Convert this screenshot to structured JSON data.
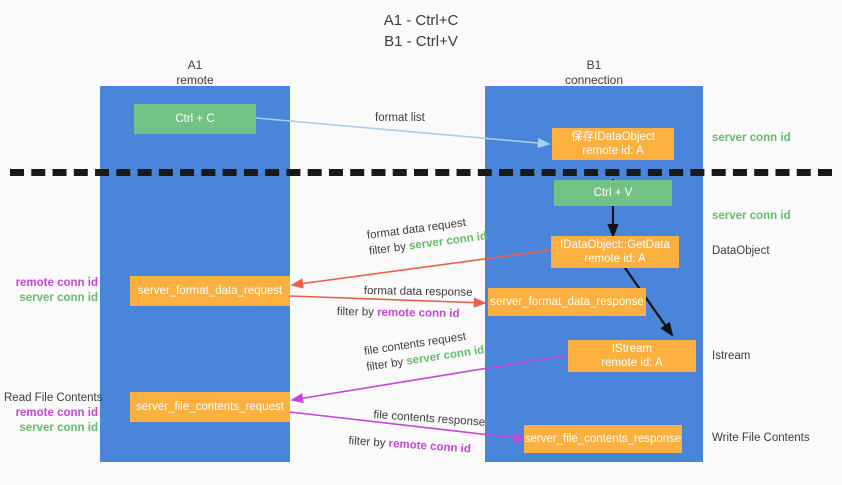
{
  "title": {
    "line1": "A1 - Ctrl+C",
    "line2": "B1 - Ctrl+V"
  },
  "colors": {
    "background": "#fafafa",
    "lane": "#4a85db",
    "node_green": "#72c285",
    "node_orange": "#fbb040",
    "text_dark": "#3c3c3c",
    "server_conn_green": "#66bb6a",
    "remote_conn_purple": "#c445d6",
    "arrow_light_blue": "#a8cdee",
    "arrow_red": "#e8604c",
    "arrow_magenta": "#c445d6",
    "arrow_black": "#000000",
    "separator": "#1a1a1a"
  },
  "lanes": [
    {
      "id": "a1",
      "name": "A1",
      "sub": "remote"
    },
    {
      "id": "b1",
      "name": "B1",
      "sub": "connection"
    }
  ],
  "nodes": {
    "ctrl_c": {
      "label": "Ctrl + C",
      "sub": "",
      "kind": "green"
    },
    "save_idataobject": {
      "label": "保存IDataObject",
      "sub": "remote id: A",
      "kind": "orange"
    },
    "ctrl_v": {
      "label": "Ctrl + V",
      "sub": "",
      "kind": "green"
    },
    "getdata": {
      "label": "IDataObject::GetData",
      "sub": "remote id: A",
      "kind": "orange"
    },
    "fmt_req": {
      "label": "server_format_data_request",
      "sub": "",
      "kind": "orange"
    },
    "fmt_resp": {
      "label": "server_format_data_response",
      "sub": "",
      "kind": "orange"
    },
    "istream": {
      "label": "IStream",
      "sub": "remote id: A",
      "kind": "orange"
    },
    "file_req": {
      "label": "server_file_contents_request",
      "sub": "",
      "kind": "orange"
    },
    "file_resp": {
      "label": "server_file_contents_response",
      "sub": "",
      "kind": "orange"
    }
  },
  "edge_labels": {
    "format_list": "format list",
    "format_data_request": "format data request",
    "format_data_request_filter_prefix": "filter by ",
    "format_data_request_filter_key": "server conn id",
    "format_data_response": "format data response",
    "format_data_response_filter_prefix": "filter by ",
    "format_data_response_filter_key": "remote conn id",
    "file_contents_request": "file contents request",
    "file_contents_request_filter_prefix": "filter by ",
    "file_contents_request_filter_key": "server conn id",
    "file_contents_response": "file contents response",
    "file_contents_response_filter_prefix": "filter by ",
    "file_contents_response_filter_key": "remote conn id"
  },
  "right_annotations": [
    {
      "id": "server-conn-id-1",
      "text": "server conn id",
      "style": "green"
    },
    {
      "id": "server-conn-id-2",
      "text": "server conn id",
      "style": "green"
    },
    {
      "id": "dataobject",
      "text": "DataObject",
      "style": "dark"
    },
    {
      "id": "istream",
      "text": "Istream",
      "style": "dark"
    },
    {
      "id": "write-file",
      "text": "Write File Contents",
      "style": "dark"
    }
  ],
  "left_annotations": {
    "group_format": {
      "remote": "remote conn id",
      "server": "server conn id"
    },
    "group_file": {
      "heading": "Read File Contents",
      "remote": "remote conn id",
      "server": "server conn id"
    }
  }
}
